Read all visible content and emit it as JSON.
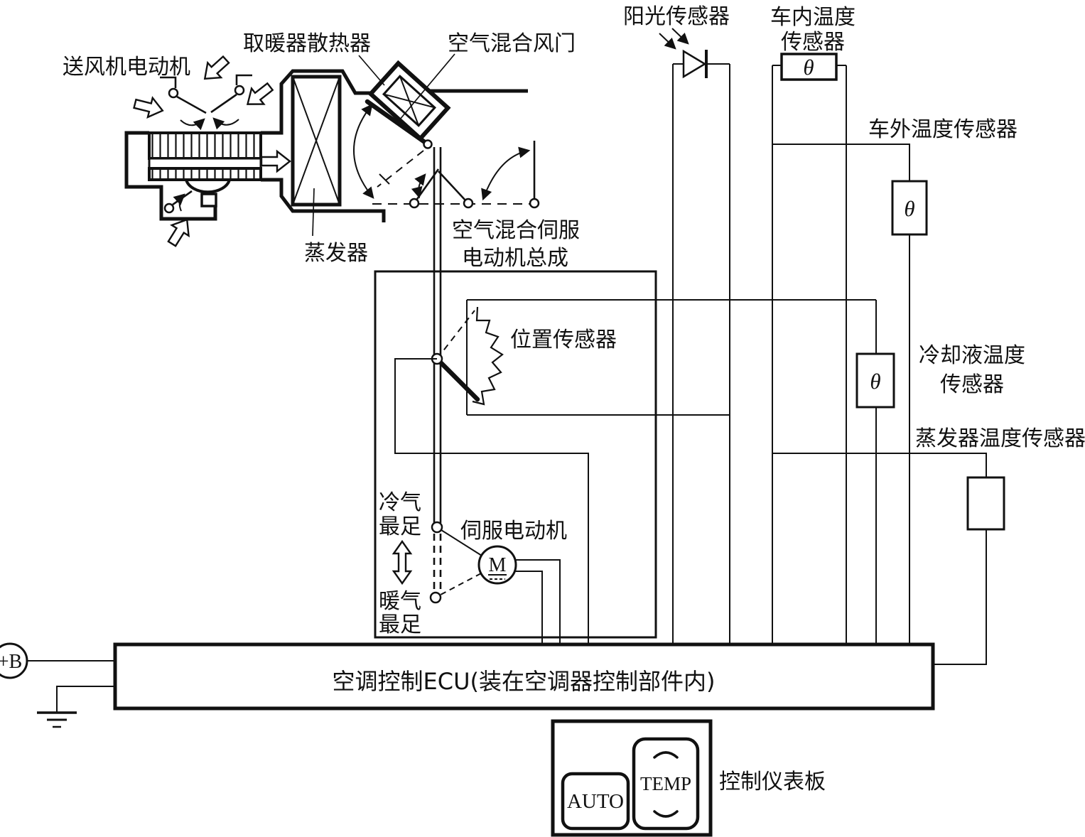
{
  "colors": {
    "ink": "#111111",
    "background": "#ffffff"
  },
  "figure": {
    "components": {
      "blower_motor": "送风机电动机",
      "heater_core": "取暖器散热器",
      "air_mix_damper": "空气混合风门",
      "evaporator": "蒸发器",
      "air_mix_servo": {
        "line1": "空气混合伺服",
        "line2": "电动机总成"
      },
      "position_sensor": "位置传感器",
      "servo_motor": "伺服电动机",
      "servo_motor_symbol": "M",
      "cold_max": {
        "line1": "冷气",
        "line2": "最足"
      },
      "warm_max": {
        "line1": "暖气",
        "line2": "最足"
      },
      "sun_sensor": "阳光传感器",
      "cabin_temp_sensor": {
        "line1": "车内温度",
        "line2": "传感器"
      },
      "ambient_temp_sensor": "车外温度传感器",
      "coolant_temp_sensor": {
        "line1": "冷却液温度",
        "line2": "传感器"
      },
      "evap_temp_sensor": "蒸发器温度传感器",
      "theta_symbol": "θ",
      "battery_terminal": "+B",
      "ecu": "空调控制ECU(装在空调器控制部件内)",
      "control_panel": "控制仪表板",
      "auto_button": "AUTO",
      "temp_button": "TEMP"
    }
  }
}
